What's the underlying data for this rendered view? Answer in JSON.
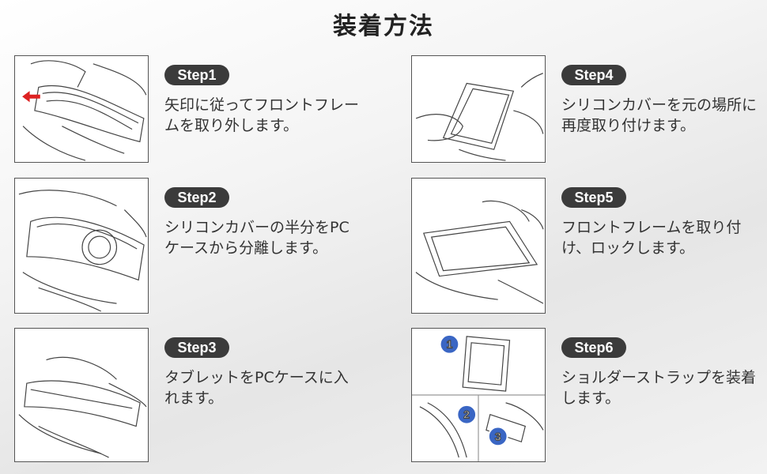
{
  "title": "装着方法",
  "steps": [
    {
      "label": "Step1",
      "text": "矢印に従ってフロントフレームを取り外します。"
    },
    {
      "label": "Step2",
      "text": "シリコンカバーの半分をPCケースから分離します。"
    },
    {
      "label": "Step3",
      "text": "タブレットをPCケースに入れます。"
    },
    {
      "label": "Step4",
      "text": "シリコンカバーを元の場所に再度取り付けます。"
    },
    {
      "label": "Step5",
      "text": "フロントフレームを取り付け、ロックします。"
    },
    {
      "label": "Step6",
      "text": "ショルダーストラップを装着します。"
    }
  ],
  "step6_markers": [
    "1",
    "2",
    "3"
  ]
}
